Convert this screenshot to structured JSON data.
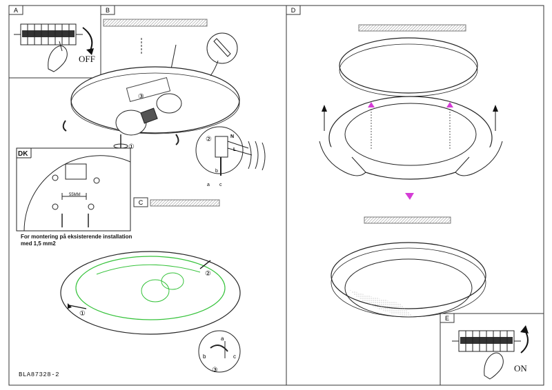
{
  "panels": {
    "a": {
      "letter": "A"
    },
    "b": {
      "letter": "B"
    },
    "c": {
      "letter": "C"
    },
    "d": {
      "letter": "D"
    },
    "e": {
      "letter": "E"
    }
  },
  "switch_off_label": "OFF",
  "switch_on_label": "ON",
  "dk_box": {
    "title": "DK",
    "dimension": "55MM"
  },
  "installation_note": {
    "line1": "For montering på eksisterende installation",
    "line2": "med 1,5 mm2"
  },
  "step_numbers": [
    "①",
    "②",
    "③"
  ],
  "wire_labels": {
    "n": "N",
    "l": "L",
    "a": "a",
    "b": "b",
    "c": "c"
  },
  "document_code": "BLA87328-2",
  "colors": {
    "line": "#222222",
    "ceiling_hatch": "#9a9a9a",
    "green_outline": "#35c23a",
    "magenta_arrow": "#d53cd6",
    "panel_letter_bg": "#ffffff"
  }
}
